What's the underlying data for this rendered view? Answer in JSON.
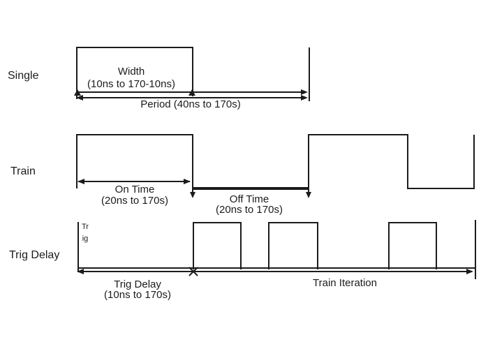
{
  "colors": {
    "line": "#1b1b1b",
    "background": "#ffffff",
    "text": "#1b1b1b"
  },
  "rows": {
    "single": {
      "label": "Single",
      "width_label": "Width",
      "width_range": "(10ns to 170-10ns)",
      "period_label": "Period (40ns to 170s)"
    },
    "train": {
      "label": "Train",
      "on_label": "On Time",
      "on_range": "(20ns to 170s)",
      "off_label": "Off Time",
      "off_range": "(20ns to 170s)"
    },
    "trig": {
      "label": "Trig Delay",
      "trig_vertical_label": "Trig",
      "delay_label": "Trig Delay",
      "delay_range": "(10ns to 170s)",
      "iteration_label": "Train Iteration"
    }
  }
}
